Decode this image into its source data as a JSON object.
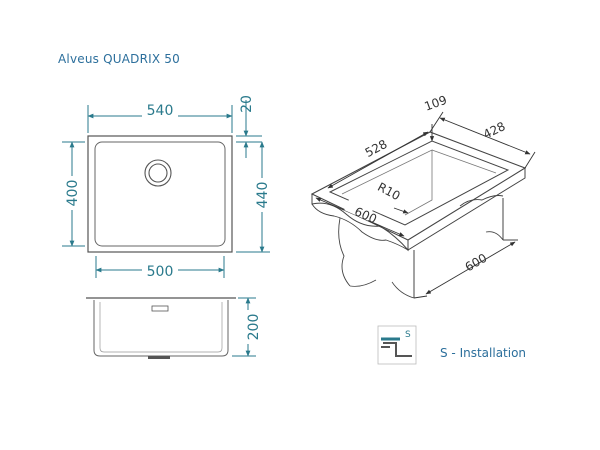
{
  "title": "Alveus QUADRIX 50",
  "caption": "S - Installation",
  "install_badge": "S",
  "colors": {
    "accent": "#2a7a8c",
    "line": "#555555",
    "title": "#2c6f9c"
  },
  "top_view": {
    "width_outer": "540",
    "rim": "20",
    "height_outer": "400",
    "height_total": "440",
    "width_inner": "500"
  },
  "side_view": {
    "depth": "200"
  },
  "cabinet_view": {
    "depth_a": "109",
    "length_a": "528",
    "length_b": "428",
    "radius": "R10",
    "width_front": "600",
    "width_side": "600"
  }
}
